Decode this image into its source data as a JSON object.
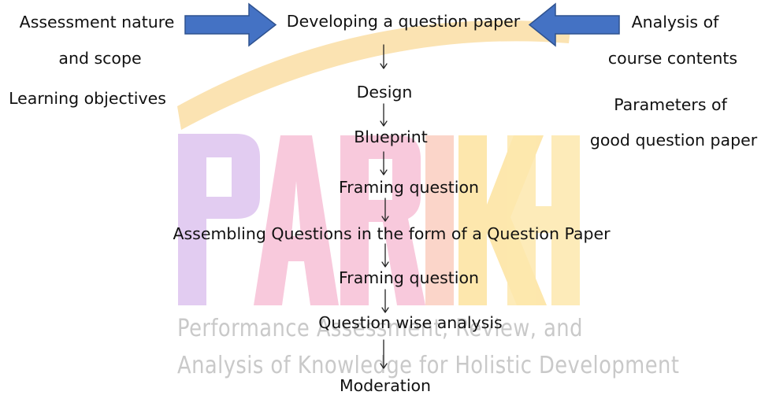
{
  "diagram": {
    "center_steps": [
      "Developing a question paper",
      "Design",
      "Blueprint",
      "Framing question",
      "Assembling Questions in the form of a Question Paper",
      "Framing question",
      "Question  wise analysis",
      "Moderation"
    ],
    "left_inputs": {
      "line1": "Assessment nature",
      "line2": "and scope",
      "line3": "Learning objectives"
    },
    "right_inputs": {
      "line1": "Analysis of",
      "line2": "course contents",
      "line3": "Parameters of",
      "line4": "good question paper"
    }
  },
  "watermark": {
    "logo_letters": "PARIKH",
    "line1": "Performance Assessment, Review, and",
    "line2": "Analysis of Knowledge for Holistic Development"
  },
  "colors": {
    "big_arrow_fill": "#4472c4",
    "big_arrow_stroke": "#2f528f",
    "watermark_arc": "#fbe3b2",
    "watermark_purple": "#e2ccf1",
    "watermark_pink": "#f8c9dc",
    "watermark_salmon": "#fbd5c9",
    "watermark_yellow": "#fde7ad",
    "watermark_text": "#c9c9c9"
  }
}
